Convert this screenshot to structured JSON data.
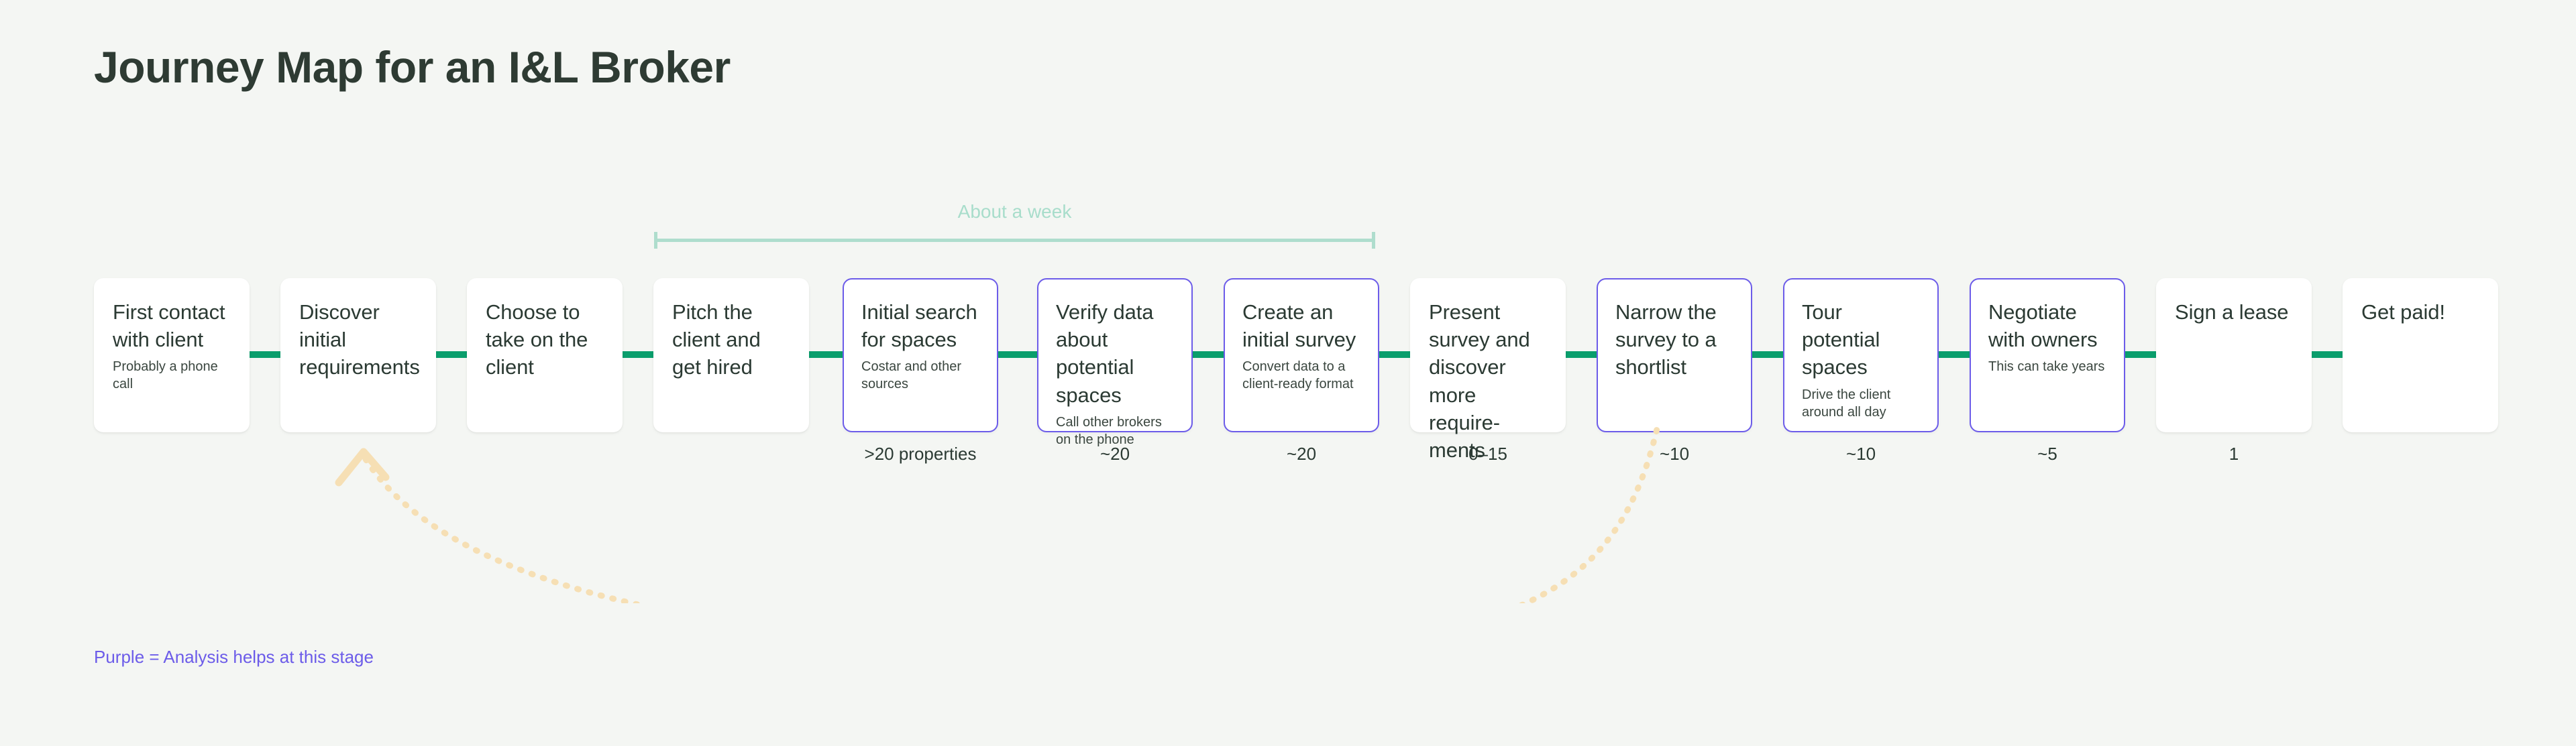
{
  "page": {
    "title": "Journey Map for an I&L Broker",
    "background_color": "#f4f6f3",
    "title_color": "#2e3b33"
  },
  "duration_bracket": {
    "label": "About a week",
    "color": "#aeddcd",
    "spans_stages": [
      "Initial search for spaces",
      "Create an initial survey"
    ]
  },
  "colors": {
    "accent_green": "#0a9e6c",
    "analysis_purple": "#6c5ce9",
    "loop_arrow": "#f6dfb4",
    "bracket_mint": "#aeddcd",
    "card_white": "#ffffff",
    "text_dark": "#2b3a33"
  },
  "legend": {
    "text": "Purple = Analysis helps at this stage",
    "color": "#6c5ce9"
  },
  "feedback_loop": {
    "from_stage_index": 7,
    "to_stage_index": 1,
    "style": "dotted",
    "arrowhead": "chevron-up",
    "color": "#f6dfb4"
  },
  "stages": [
    {
      "title": "First contact with client",
      "subtitle": "Probably a phone call",
      "count": "",
      "analysis": false
    },
    {
      "title": "Discover initial requirements",
      "subtitle": "",
      "count": "",
      "analysis": false
    },
    {
      "title": "Choose to take on the client",
      "subtitle": "",
      "count": "",
      "analysis": false
    },
    {
      "title": "Pitch the client and get hired",
      "subtitle": "",
      "count": "",
      "analysis": false
    },
    {
      "title": "Initial search for spaces",
      "subtitle": "Costar and other sources",
      "count": ">20 properties",
      "analysis": true
    },
    {
      "title": "Verify data about potential spaces",
      "subtitle": "Call other brokers on the phone",
      "count": "~20",
      "analysis": true
    },
    {
      "title": "Create an initial survey",
      "subtitle": "Convert data to a client-ready format",
      "count": "~20",
      "analysis": true
    },
    {
      "title": "Present survey and discover more require-ments",
      "subtitle": "",
      "count": "0–15",
      "analysis": false
    },
    {
      "title": "Narrow the survey to a shortlist",
      "subtitle": "",
      "count": "~10",
      "analysis": true
    },
    {
      "title": "Tour potential spaces",
      "subtitle": "Drive the client around all day",
      "count": "~10",
      "analysis": true
    },
    {
      "title": "Negotiate with owners",
      "subtitle": "This can take years",
      "count": "~5",
      "analysis": true
    },
    {
      "title": "Sign a lease",
      "subtitle": "",
      "count": "1",
      "analysis": false
    },
    {
      "title": "Get paid!",
      "subtitle": "",
      "count": "",
      "analysis": false
    }
  ]
}
